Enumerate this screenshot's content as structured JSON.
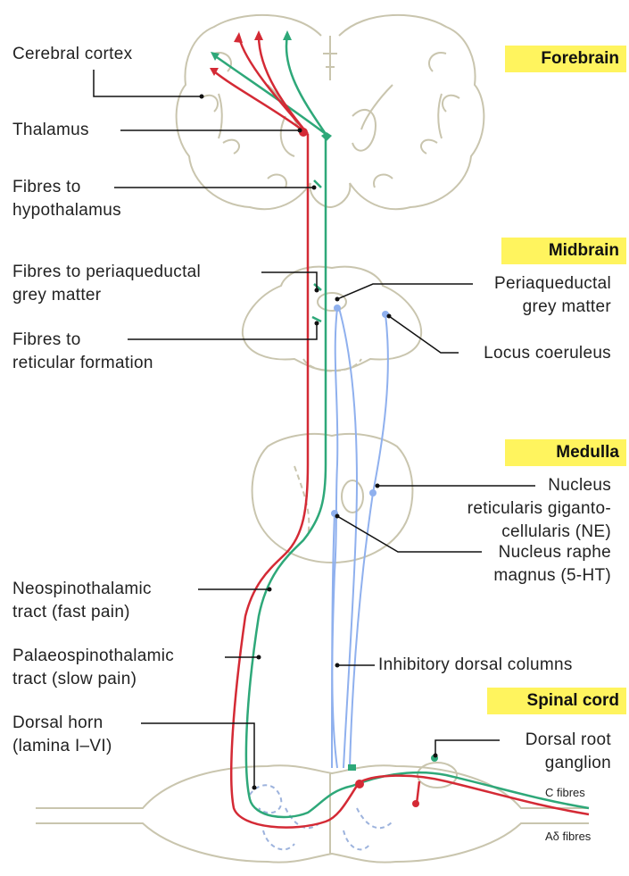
{
  "regions": {
    "forebrain": "Forebrain",
    "midbrain": "Midbrain",
    "medulla": "Medulla",
    "spinal_cord": "Spinal cord"
  },
  "labels": {
    "cerebral_cortex": "Cerebral  cortex",
    "thalamus": "Thalamus",
    "fibres_hypothalamus": [
      "Fibres  to",
      "hypothalamus"
    ],
    "fibres_pag": [
      "Fibres  to  periaqueductal",
      "grey  matter"
    ],
    "fibres_reticular": [
      "Fibres  to",
      "reticular  formation"
    ],
    "periaqueductal": [
      "Periaqueductal",
      "grey  matter"
    ],
    "locus_coeruleus": "Locus  coeruleus",
    "nucleus_reticularis": [
      "Nucleus",
      "reticularis  giganto-",
      "cellularis  (NE)"
    ],
    "nucleus_raphe": [
      "Nucleus  raphe",
      "magnus  (5-HT)"
    ],
    "neospinothalamic": [
      "Neospinothalamic",
      "tract  (fast  pain)"
    ],
    "palaeospinothalamic": [
      "Palaeospinothalamic",
      "tract  (slow  pain)"
    ],
    "inhibitory_columns": "Inhibitory  dorsal  columns",
    "dorsal_horn": [
      "Dorsal  horn",
      "(lamina  I–VI)"
    ],
    "dorsal_root_ganglion": [
      "Dorsal  root",
      "ganglion"
    ],
    "c_fibres": "C  fibres",
    "adelta_fibres": "Aδ  fibres"
  },
  "colors": {
    "fast_pain": "#d42a35",
    "slow_pain": "#2ea879",
    "inhibitory": "#8fb0ee",
    "outline": "#c9c5ae",
    "region_highlight": "#fff45e"
  }
}
